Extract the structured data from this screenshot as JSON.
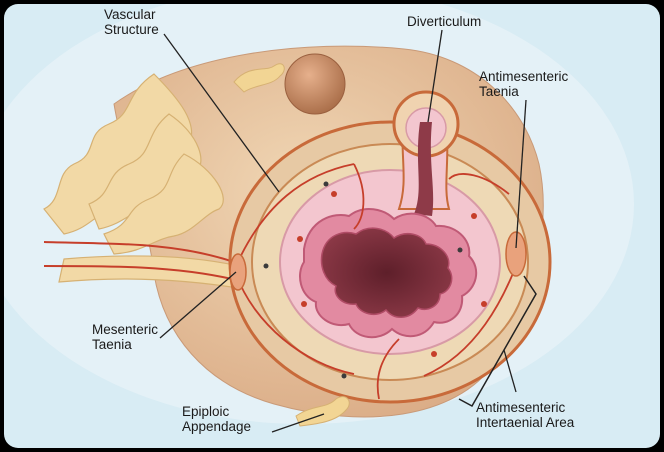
{
  "labels": {
    "vascular_structure": [
      "Vascular",
      "Structure"
    ],
    "diverticulum": "Diverticulum",
    "antimesenteric_taenia": [
      "Antimesenteric",
      "Taenia"
    ],
    "mesenteric_taenia": [
      "Mesenteric",
      "Taenia"
    ],
    "epiploic_appendage": [
      "Epiploic",
      "Appendage"
    ],
    "antimesenteric_intertaenial_area": [
      "Antimesenteric",
      "Intertaenial Area"
    ]
  },
  "colors": {
    "background": "#d8ecf4",
    "frame": "#000000",
    "colon_wall": "#e7c9a4",
    "serosa": "#c86a3a",
    "muscularis": "#eed9b5",
    "submucosa": "#f3c6cf",
    "mucosa": "#e28aa1",
    "lumen": "#7a2f3a",
    "vessel": "#c63e2a",
    "mesentery": "#f2d9a6",
    "leader_line": "#222222"
  }
}
